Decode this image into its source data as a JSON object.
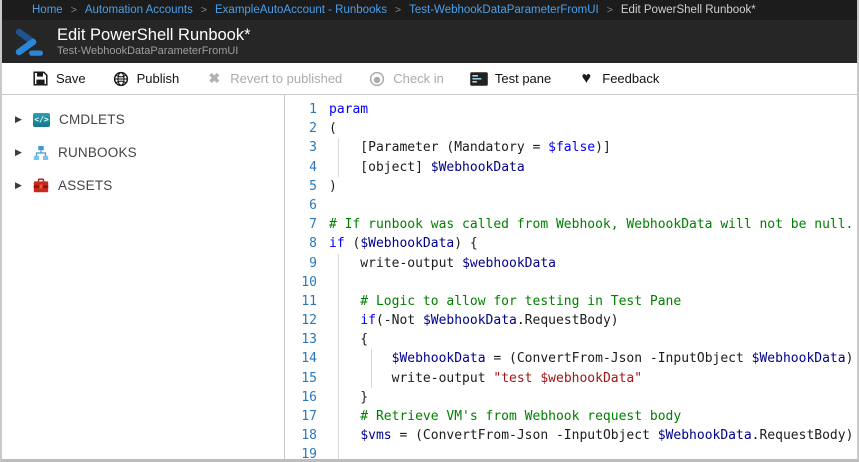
{
  "breadcrumb": {
    "items": [
      "Home",
      "Automation Accounts",
      "ExampleAutoAccount - Runbooks",
      "Test-WebhookDataParameterFromUI"
    ],
    "current": "Edit PowerShell Runbook*",
    "separator": ">"
  },
  "header": {
    "title": "Edit PowerShell Runbook*",
    "subtitle": "Test-WebhookDataParameterFromUI",
    "icon": "powershell-runbook-icon"
  },
  "toolbar": {
    "buttons": [
      {
        "label": "Save",
        "icon": "save-icon",
        "enabled": true
      },
      {
        "label": "Publish",
        "icon": "publish-icon",
        "enabled": true
      },
      {
        "label": "Revert to published",
        "icon": "revert-icon",
        "enabled": false
      },
      {
        "label": "Check in",
        "icon": "checkin-icon",
        "enabled": false
      },
      {
        "label": "Test pane",
        "icon": "testpane-icon",
        "enabled": true
      },
      {
        "label": "Feedback",
        "icon": "feedback-icon",
        "enabled": true
      }
    ]
  },
  "sidebar": {
    "items": [
      {
        "label": "CMDLETS",
        "icon": "cmdlets-icon"
      },
      {
        "label": "RUNBOOKS",
        "icon": "runbooks-icon"
      },
      {
        "label": "ASSETS",
        "icon": "assets-icon"
      }
    ]
  },
  "editor": {
    "language": "powershell",
    "colors": {
      "keyword": "#0000ff",
      "variable": "#00008b",
      "string": "#a31515",
      "comment": "#008000",
      "plain": "#1c1c1c",
      "line_number": "#2c77bc",
      "accent_blue": "#4b9fe8",
      "titlebar_bg": "#262626",
      "crumbbar_bg": "#1c1c1c"
    },
    "lines": [
      {
        "n": 1,
        "guides": 0,
        "segments": [
          [
            "kw",
            "param"
          ]
        ]
      },
      {
        "n": 2,
        "guides": 0,
        "segments": [
          [
            "pl",
            "("
          ]
        ]
      },
      {
        "n": 3,
        "guides": 1,
        "segments": [
          [
            "pl",
            "    [Parameter (Mandatory = "
          ],
          [
            "kw",
            "$false"
          ],
          [
            "pl",
            ")]"
          ]
        ]
      },
      {
        "n": 4,
        "guides": 1,
        "segments": [
          [
            "pl",
            "    [object] "
          ],
          [
            "var",
            "$WebhookData"
          ]
        ]
      },
      {
        "n": 5,
        "guides": 0,
        "segments": [
          [
            "pl",
            ")"
          ]
        ]
      },
      {
        "n": 6,
        "guides": 0,
        "segments": []
      },
      {
        "n": 7,
        "guides": 0,
        "segments": [
          [
            "cm",
            "# If runbook was called from Webhook, WebhookData will not be null."
          ]
        ]
      },
      {
        "n": 8,
        "guides": 0,
        "segments": [
          [
            "kw",
            "if"
          ],
          [
            "pl",
            " ("
          ],
          [
            "var",
            "$WebhookData"
          ],
          [
            "pl",
            ") {"
          ]
        ]
      },
      {
        "n": 9,
        "guides": 1,
        "segments": [
          [
            "pl",
            "    write-output "
          ],
          [
            "var",
            "$webhookData"
          ]
        ]
      },
      {
        "n": 10,
        "guides": 1,
        "segments": []
      },
      {
        "n": 11,
        "guides": 1,
        "segments": [
          [
            "cm",
            "    # Logic to allow for testing in Test Pane"
          ]
        ]
      },
      {
        "n": 12,
        "guides": 1,
        "segments": [
          [
            "pl",
            "    "
          ],
          [
            "kw",
            "if"
          ],
          [
            "pl",
            "(-Not "
          ],
          [
            "var",
            "$WebhookData"
          ],
          [
            "pl",
            ".RequestBody)"
          ]
        ]
      },
      {
        "n": 13,
        "guides": 1,
        "segments": [
          [
            "pl",
            "    {"
          ]
        ]
      },
      {
        "n": 14,
        "guides": 2,
        "segments": [
          [
            "pl",
            "        "
          ],
          [
            "var",
            "$WebhookData"
          ],
          [
            "pl",
            " = (ConvertFrom-Json -InputObject "
          ],
          [
            "var",
            "$WebhookData"
          ],
          [
            "pl",
            ")"
          ]
        ]
      },
      {
        "n": 15,
        "guides": 2,
        "segments": [
          [
            "pl",
            "        write-output "
          ],
          [
            "str",
            "\"test $webhookData\""
          ]
        ]
      },
      {
        "n": 16,
        "guides": 1,
        "segments": [
          [
            "pl",
            "    }"
          ]
        ]
      },
      {
        "n": 17,
        "guides": 1,
        "segments": [
          [
            "cm",
            "    # Retrieve VM's from Webhook request body"
          ]
        ]
      },
      {
        "n": 18,
        "guides": 1,
        "segments": [
          [
            "pl",
            "    "
          ],
          [
            "var",
            "$vms"
          ],
          [
            "pl",
            " = (ConvertFrom-Json -InputObject "
          ],
          [
            "var",
            "$WebhookData"
          ],
          [
            "pl",
            ".RequestBody)"
          ]
        ]
      },
      {
        "n": 19,
        "guides": 1,
        "segments": []
      }
    ]
  }
}
